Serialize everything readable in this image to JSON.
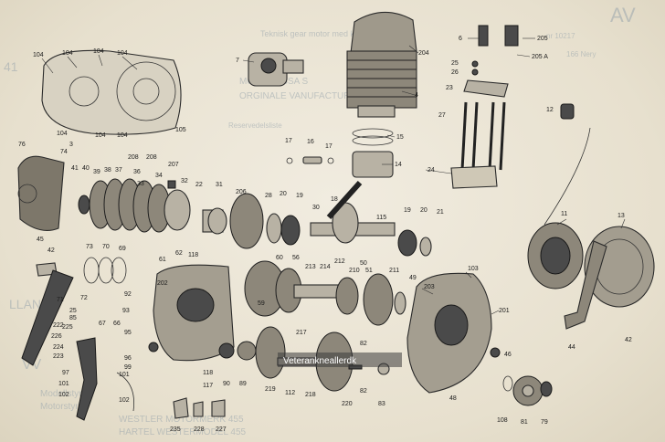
{
  "background_text": {
    "top_right_fragment": "AV",
    "right_margin_line_1": "nr 10217",
    "right_margin_line_2": "166  Nery",
    "center_line_1": "Teknisk gear motor med kick-start 1M 5,4",
    "center_line_2": "MODEL 4ISSA S",
    "center_line_3": "ORGINALE VANUFACTUR DUE",
    "center_line_4": "Reservedelsliste",
    "left_margin_fragment": "41",
    "lower_left_fragment": "LLAN",
    "bottom_block_line_1": "VV",
    "bottom_block_line_2": "Modellstyrke",
    "bottom_block_line_3": "Motorstyrke",
    "bottom_block_line_4": "WESTLER MOTORMERK 455",
    "bottom_block_line_5": "HARTEL WESTERMODEL 455"
  },
  "watermark": "Veterankneallerdk",
  "part_labels": {
    "p104a": "104",
    "p104b": "104",
    "p104c": "104",
    "p104d": "104",
    "p104e": "104",
    "p104f": "104",
    "p104g": "104",
    "p105": "105",
    "p3": "3",
    "p7": "7",
    "p204": "204",
    "p4": "4",
    "p6": "6",
    "p205": "205",
    "p205a": "205 A",
    "p25a": "25",
    "p26": "26",
    "p23": "23",
    "p27": "27",
    "p12": "12",
    "p24": "24",
    "p15": "15",
    "p14": "14",
    "p17a": "17",
    "p16": "16",
    "p17b": "17",
    "p76": "76",
    "p74": "74",
    "p41": "41",
    "p40": "40",
    "p39": "39",
    "p38": "38",
    "p37": "37",
    "p36": "36",
    "p208a": "208",
    "p208b": "208",
    "p207": "207",
    "p34": "34",
    "p33": "33",
    "p32": "32",
    "p22": "22",
    "p31": "31",
    "p206": "206",
    "p28": "28",
    "p20a": "20",
    "p19a": "19",
    "p18": "18",
    "p30": "30",
    "p115": "115",
    "p19b": "19",
    "p20b": "20",
    "p21": "21",
    "p11": "11",
    "p13": "13",
    "p45": "45",
    "p42a": "42",
    "p73": "73",
    "p70": "70",
    "p69": "69",
    "p62": "62",
    "p118a": "118",
    "p61": "61",
    "p60": "60",
    "p56": "56",
    "p213": "213",
    "p214": "214",
    "p212": "212",
    "p50": "50",
    "p210": "210",
    "p51": "51",
    "p211": "211",
    "p49": "49",
    "p103": "103",
    "p71": "71",
    "p72": "72",
    "p92": "92",
    "p202": "202",
    "p59": "59",
    "p203": "203",
    "p201": "201",
    "p44": "44",
    "p42b": "42",
    "p25b": "25",
    "p85": "85",
    "p225": "225",
    "p93": "93",
    "p222": "222",
    "p67": "67",
    "p66": "66",
    "p226": "226",
    "p95": "95",
    "p224": "224",
    "p223": "223",
    "p217": "217",
    "p96": "96",
    "p97": "97",
    "p101a": "101",
    "p102a": "102",
    "p99": "99",
    "p101b": "101",
    "p118b": "118",
    "p117": "117",
    "p102b": "102",
    "p90": "90",
    "p89": "89",
    "p219": "219",
    "p112": "112",
    "p218": "218",
    "p220": "220",
    "p82a": "82",
    "p82b": "82",
    "p83": "83",
    "p48": "48",
    "p46": "46",
    "p108": "108",
    "p81": "81",
    "p79": "79",
    "p235": "235",
    "p228": "228",
    "p227": "227"
  }
}
